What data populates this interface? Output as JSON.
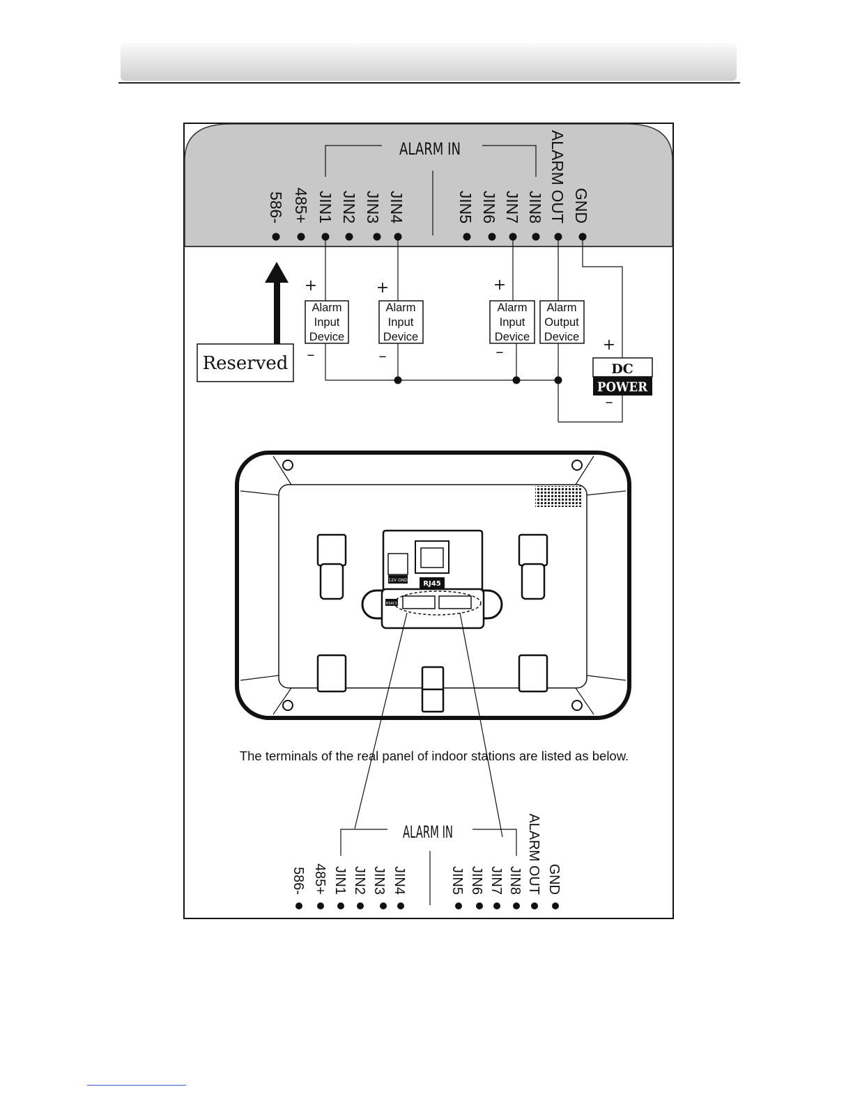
{
  "top_panel": {
    "alarm_in_label": "ALARM IN",
    "terminals": [
      "586-",
      "485+",
      "JIN1",
      "JIN2",
      "JIN3",
      "JIN4",
      "JIN5",
      "JIN6",
      "JIN7",
      "JIN8",
      "ALARM OUT",
      "GND"
    ]
  },
  "devices": [
    {
      "line1": "Alarm",
      "line2": "Input",
      "line3": "Device"
    },
    {
      "line1": "Alarm",
      "line2": "Input",
      "line3": "Device"
    },
    {
      "line1": "Alarm",
      "line2": "Input",
      "line3": "Device"
    },
    {
      "line1": "Alarm",
      "line2": "Output",
      "line3": "Device"
    }
  ],
  "plus_sign": "+",
  "minus_sign": "–",
  "reserved_label": "Reserved",
  "dc_power": {
    "line1": "DC",
    "line2": "POWER"
  },
  "port_labels": {
    "rj45": "RJ45",
    "port_small": "12V GND",
    "port_tiny": "RS485"
  },
  "caption": "The terminals of the real panel of indoor stations are listed as below.",
  "bottom_panel": {
    "alarm_in_label": "ALARM IN",
    "terminals": [
      "586-",
      "485+",
      "JIN1",
      "JIN2",
      "JIN3",
      "JIN4",
      "JIN5",
      "JIN6",
      "JIN7",
      "JIN8",
      "ALARM OUT",
      "GND"
    ]
  },
  "colors": {
    "panel_fill": "#c8c8c8",
    "dc_power_fill": "#111111"
  }
}
